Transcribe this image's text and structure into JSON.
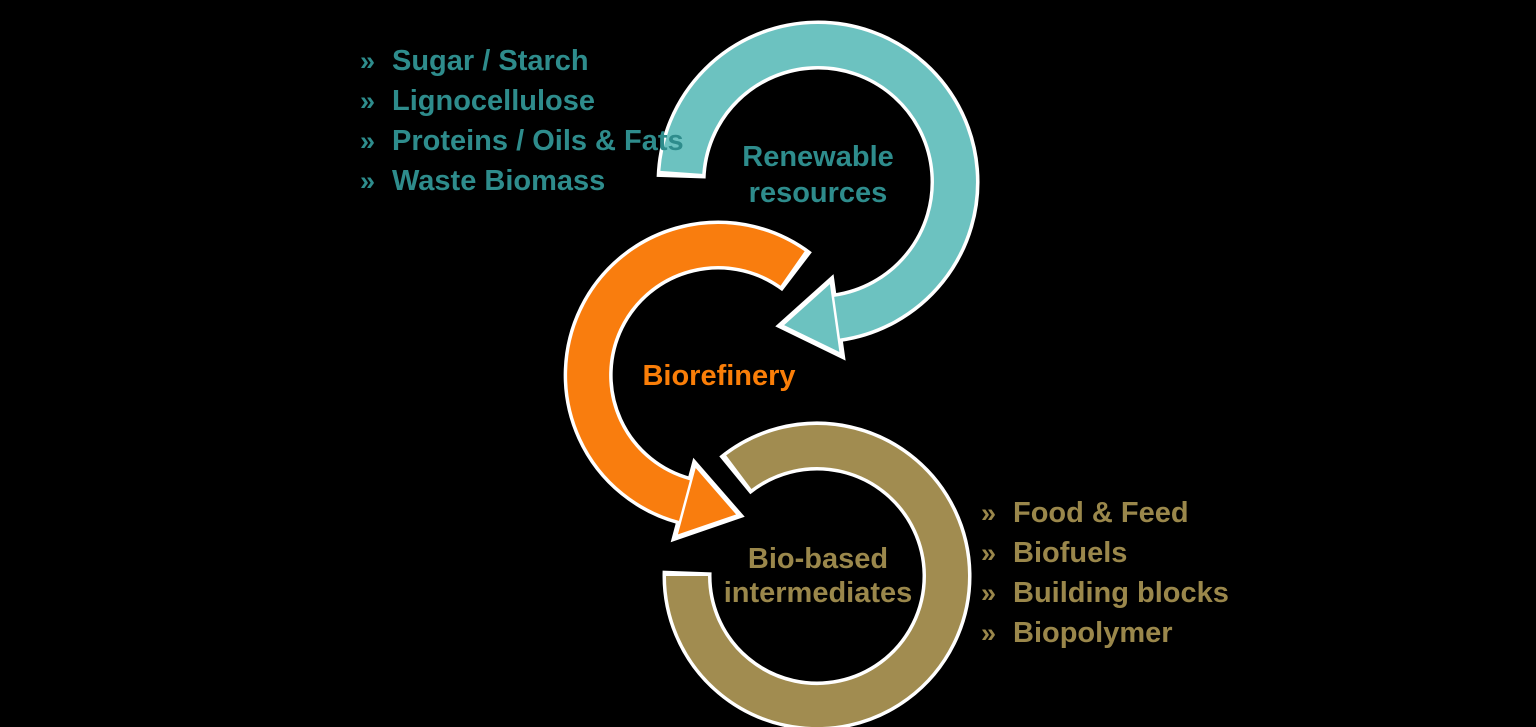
{
  "diagram": {
    "background": "#000000",
    "outline_color": "#FFFFFF",
    "bullet_glyph": "»",
    "renewable": {
      "label_line1": "Renewable",
      "label_line2": "resources",
      "arc_color": "#6CC2C0",
      "text_color": "#2E8C8C",
      "items": [
        "Sugar / Starch",
        "Lignocellulose",
        "Proteins / Oils & Fats",
        "Waste Biomass"
      ]
    },
    "biorefinery": {
      "label": "Biorefinery",
      "arc_color": "#F97D0E",
      "text_color": "#FA7E08"
    },
    "biobased": {
      "label_line1": "Bio-based",
      "label_line2": "intermediates",
      "arc_color": "#A18C50",
      "text_color": "#9A874B",
      "items": [
        "Food & Feed",
        "Biofuels",
        "Building blocks",
        "Biopolymer"
      ]
    }
  }
}
